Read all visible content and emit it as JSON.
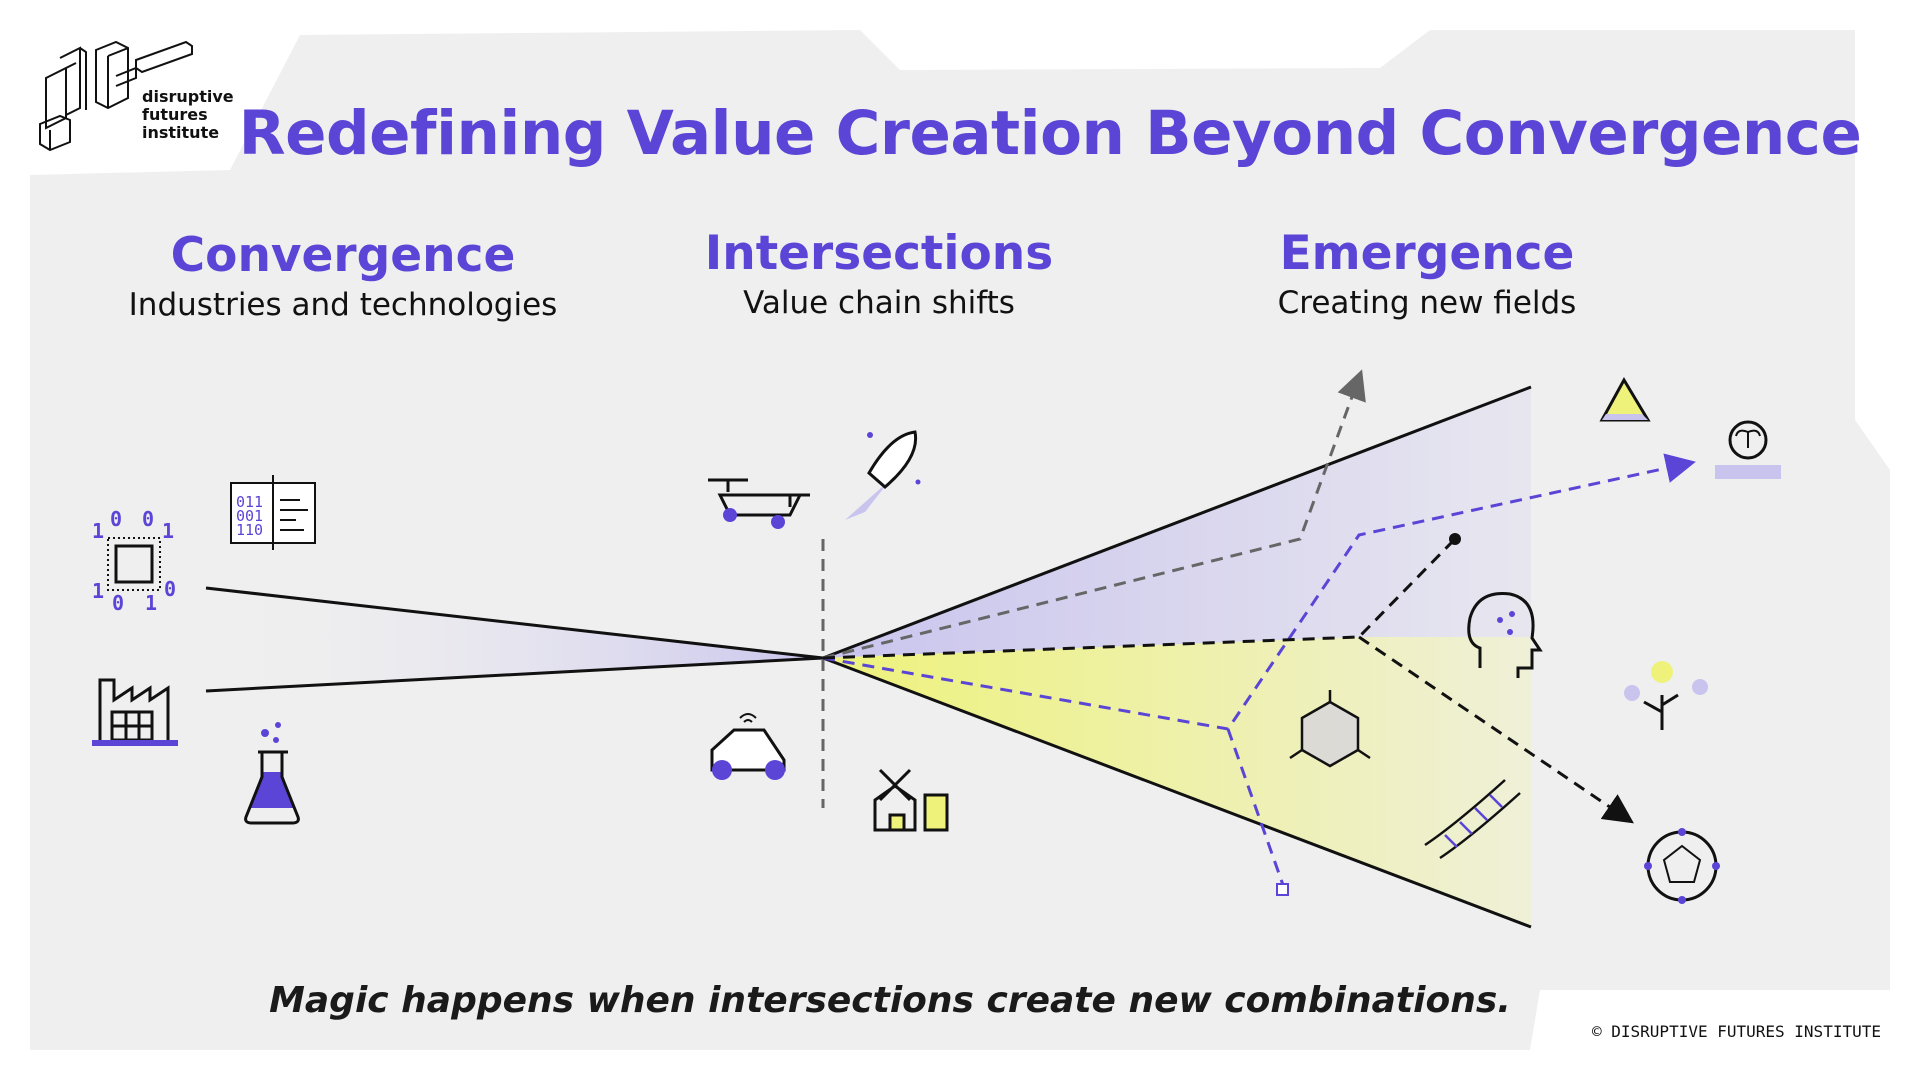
{
  "logo": {
    "lines": [
      "disruptive",
      "futures",
      "institute"
    ]
  },
  "title": "Redefining Value Creation Beyond Convergence",
  "columns": [
    {
      "heading": "Convergence",
      "subtitle": "Industries and technologies"
    },
    {
      "heading": "Intersections",
      "subtitle": "Value chain shifts"
    },
    {
      "heading": "Emergence",
      "subtitle": "Creating new fields"
    }
  ],
  "icons": {
    "binary_left": [
      "1",
      "0",
      "0",
      "1",
      "1",
      "0",
      "1",
      "0"
    ],
    "code_window": [
      "011",
      "001",
      "110"
    ]
  },
  "tagline": "Magic happens when intersections create new combinations.",
  "copyright": "© DISRUPTIVE FUTURES INSTITUTE",
  "colors": {
    "accent": "#5b45d6",
    "yellow": "#eef27a",
    "lavender": "#c9c4ee",
    "background": "#efefef"
  }
}
